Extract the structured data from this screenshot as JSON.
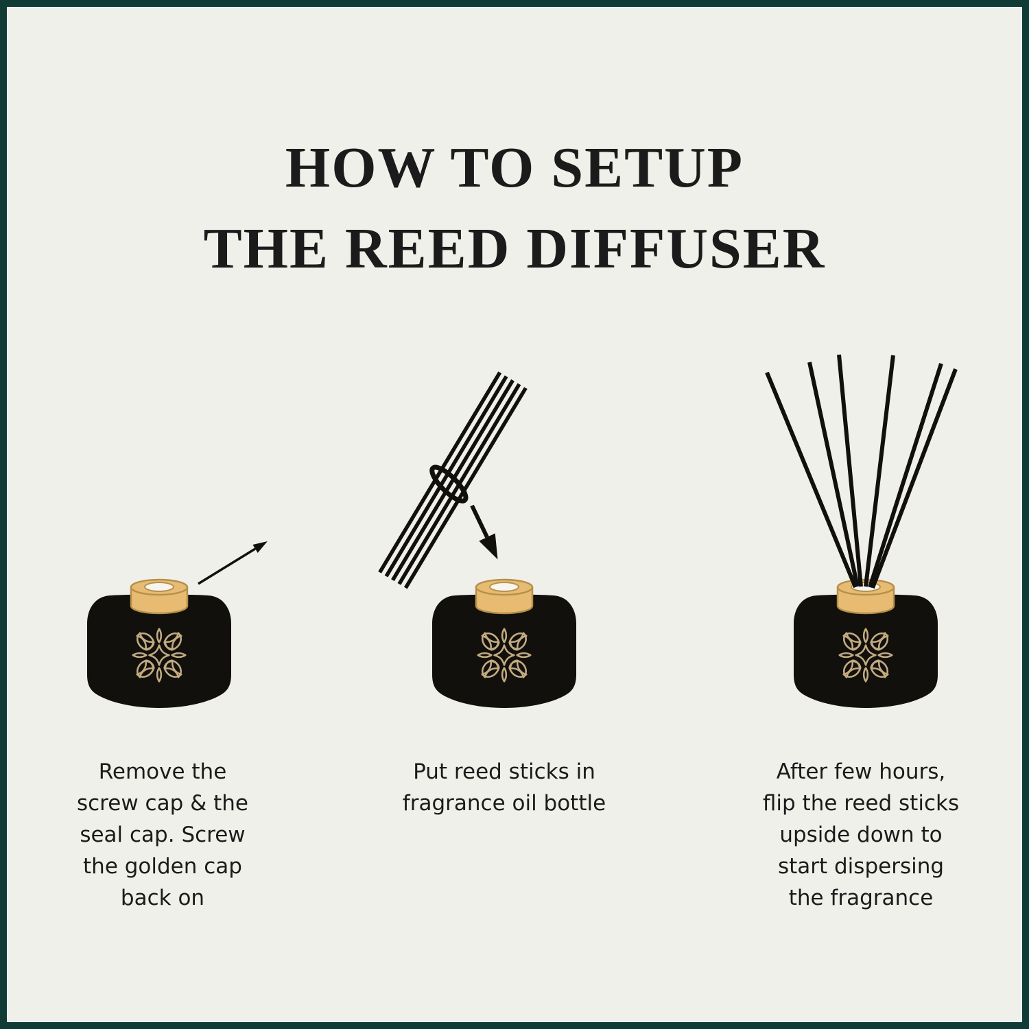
{
  "page": {
    "type": "product-instruction-infographic",
    "background": "#f0f0ea",
    "frame_color": "#113c36"
  },
  "title": {
    "line1": "HOW TO SETUP",
    "line2": "THE REED DIFFUSER"
  },
  "steps": [
    {
      "index": 1,
      "illustration": "black diffuser bottle with golden cap, arrow pointing up-right away from cap",
      "icons": [
        "diffuser-bottle-icon",
        "gold-cap",
        "ornament-logo-icon",
        "arrow-up-right-icon"
      ],
      "caption": "Remove the\nscrew cap & the\nseal cap. Screw\nthe golden cap\nback on"
    },
    {
      "index": 2,
      "illustration": "bundle of reed sticks tied with band, arrow pointing down into bottle opening, black diffuser bottle with golden cap",
      "icons": [
        "reed-bundle-icon",
        "arrow-down-right-icon",
        "diffuser-bottle-icon",
        "gold-cap",
        "ornament-logo-icon"
      ],
      "caption": "Put reed sticks in\nfragrance oil bottle"
    },
    {
      "index": 3,
      "illustration": "black diffuser bottle with golden cap and six reed sticks fanned out from the opening",
      "icons": [
        "reed-sticks-fanned-icon",
        "diffuser-bottle-icon",
        "gold-cap",
        "ornament-logo-icon"
      ],
      "caption": "After few hours,\nflip the reed sticks\nupside down to\nstart dispersing\nthe fragrance"
    }
  ],
  "colors": {
    "bg": "#f0f0ea",
    "frame": "#113c36",
    "ink": "#12100c",
    "gold": "#e7bc72",
    "gold-dark": "#b6904c",
    "hole": "#f7f5ee",
    "ornament": "#c3ab81",
    "text": "#1b1b1b"
  }
}
